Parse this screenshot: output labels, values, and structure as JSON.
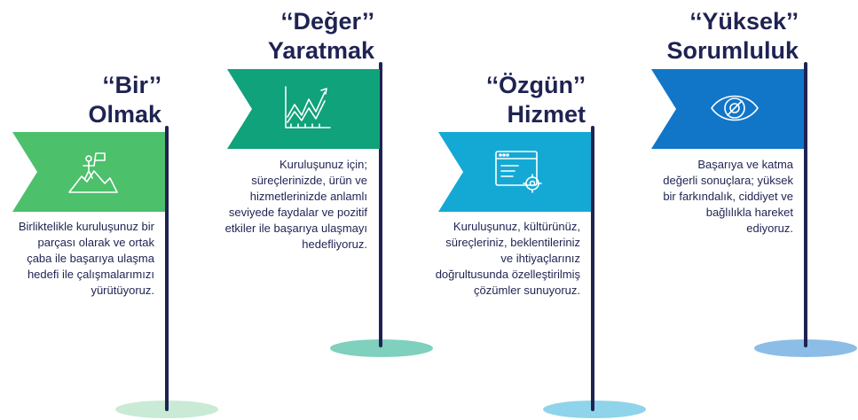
{
  "items": [
    {
      "title_line1": "‘‘Bir’’",
      "title_line2": "Olmak",
      "description": "Birliktelikle kuruluşunuz bir parçası olarak ve ortak çaba ile başarıya ulaşma hedefi ile çalışmalarımızı yürütüyoruz.",
      "flag_color": "#4cc06b",
      "base_color": "#c9ead5",
      "icon": "mountain-climber-flag-icon"
    },
    {
      "title_line1": "‘‘Değer’’",
      "title_line2": "Yaratmak",
      "description": "Kuruluşunuz için; süreçlerinizde, ürün ve hizmetlerinizde anlamlı seviyede faydalar ve pozitif etkiler ile başarıya ulaşmayı hedefliyoruz.",
      "flag_color": "#10a27a",
      "base_color": "#7fd0bc",
      "icon": "growth-chart-icon"
    },
    {
      "title_line1": "‘‘Özgün’’",
      "title_line2": "Hizmet",
      "description": "Kuruluşunuz, kültürünüz, süreçleriniz, beklentileriniz ve ihtiyaçlarınız doğrultusunda özelleştirilmiş çözümler sunuyoruz.",
      "flag_color": "#14a9d5",
      "base_color": "#8fd4ea",
      "icon": "browser-gear-icon"
    },
    {
      "title_line1": "‘‘Yüksek’’",
      "title_line2": "Sorumluluk",
      "description": "Başarıya ve katma değerli sonuçlara; yüksek bir farkındalık, ciddiyet ve bağlılıkla hareket ediyoruz.",
      "flag_color": "#1176c8",
      "base_color": "#8cbde6",
      "icon": "eye-target-icon"
    }
  ]
}
